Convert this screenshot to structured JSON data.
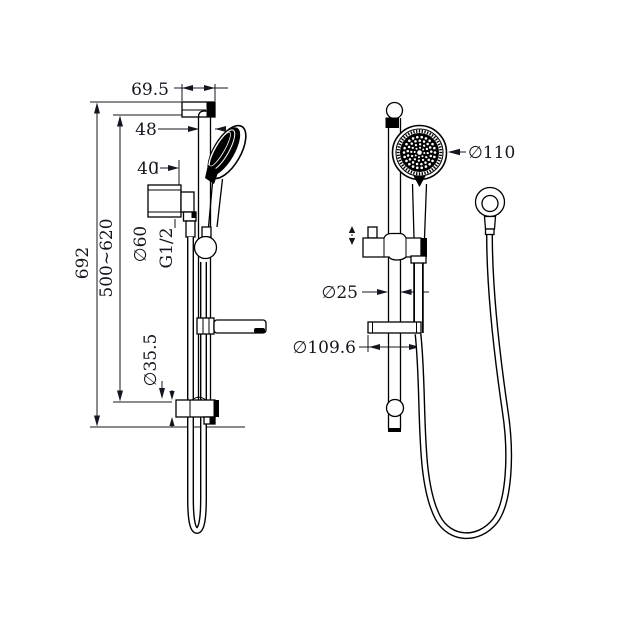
{
  "drawing": {
    "type": "technical-dimension-drawing",
    "subject": "shower-rail-set-two-views",
    "colors": {
      "background": "#ffffff",
      "line": "#000000",
      "text": "#15151f"
    },
    "side_view_dims": {
      "overall_height": "692",
      "adjustable_range": "500~620",
      "wall_bracket_projection": "69.5",
      "rail_offset": "48",
      "supply_offset": "40",
      "escutcheon_diameter": "∅60",
      "thread_size": "G1/2",
      "bottom_bracket_diameter": "∅35.5"
    },
    "front_view_dims": {
      "handset_diameter": "∅110",
      "rail_diameter": "∅25",
      "soap_dish_width": "∅109.6"
    }
  }
}
